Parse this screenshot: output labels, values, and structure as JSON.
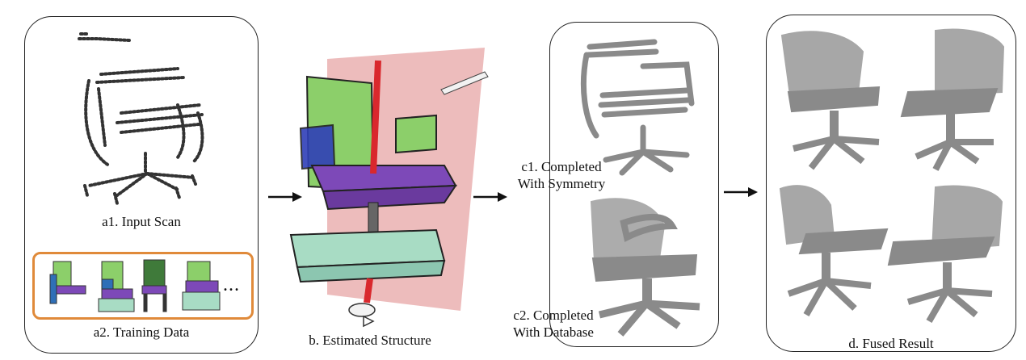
{
  "labels": {
    "input_scan": "a1. Input Scan",
    "training_data": "a2. Training Data",
    "ellipsis": "...",
    "estimated_structure": "b. Estimated Structure",
    "c1_line1": "c1. Completed",
    "c1_line2": "With Symmetry",
    "c2_line1": "c2. Completed",
    "c2_line2": "With Database",
    "fused_result": "d. Fused Result"
  },
  "colors": {
    "training_border": "#e08a3a",
    "plane_pink": "#e7a6a6",
    "box_green": "#8ccf6a",
    "box_purple": "#7d49b8",
    "axis_red": "#d9282d",
    "base_teal": "#a8dcc4",
    "chair_grey": "#8a8a8a"
  }
}
